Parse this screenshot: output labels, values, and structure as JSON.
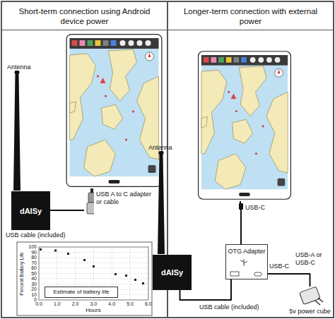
{
  "diagram": {
    "nodes": [
      {
        "text": [
          "Short-term connection using Android device power"
        ]
      },
      {
        "text": [
          "Longer-term connection with external power"
        ]
      },
      {
        "text": [
          "dAISy"
        ],
        "in": 0
      },
      {
        "text": [
          "USB A to C adapter or cable"
        ],
        "in": 0
      },
      {
        "text": [
          "Estimate of battery life"
        ],
        "in": 0
      },
      {
        "text": [
          "USB-C"
        ],
        "in": 1
      },
      {
        "text": [
          "dAISy"
        ],
        "in": 1
      },
      {
        "text": [
          "OTG Adapter"
        ],
        "in": 1
      },
      {
        "text": [
          "5v power cube"
        ],
        "in": 1
      }
    ],
    "edges": [
      {
        "from": 2,
        "to": 3,
        "arrow": "none"
      },
      {
        "from": 6,
        "to": 7,
        "arrow": "none"
      },
      {
        "from": 7,
        "to": 5,
        "arrow": "none"
      },
      {
        "from": 7,
        "to": 8,
        "arrow": "none"
      }
    ],
    "labels": [
      "Antenna",
      "USB cable (included)",
      "Antenna",
      "USB-C",
      "USB-A or USB-C",
      "USB cable (included)",
      "Percent Battery Life",
      "Hours",
      "100",
      "90",
      "80",
      "70",
      "60",
      "50",
      "40",
      "30",
      "20",
      "10",
      "0",
      "0.0",
      "1.0",
      "2.0",
      "3.0",
      "4.0",
      "5.0",
      "6.0"
    ]
  }
}
